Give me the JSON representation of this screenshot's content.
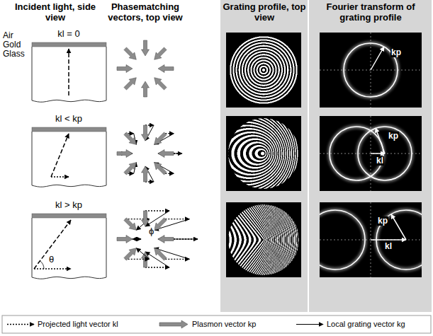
{
  "diagram": {
    "labels": [
      "Incident light, side view",
      "Phasematching vectors, top view",
      "Grating profile, top view",
      "Fourier transform of grating profile",
      "Air",
      "Gold",
      "Glass",
      "kl = 0",
      "kl < kp",
      "kl > kp",
      "θ",
      "ϕ",
      "kp",
      "kp",
      "kl",
      "kp",
      "kl"
    ],
    "legend": [
      {
        "text": "Projected light vector kl"
      },
      {
        "text": "Plasmon vector kp"
      },
      {
        "text": "Local grating vector kg"
      }
    ]
  }
}
